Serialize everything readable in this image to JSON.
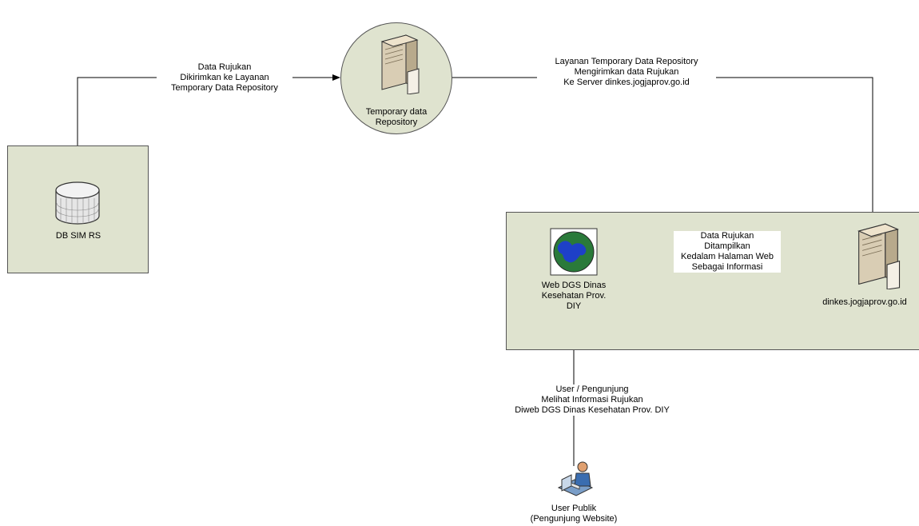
{
  "nodes": {
    "db": {
      "label": "DB SIM RS"
    },
    "temp_repo": {
      "label_lines": [
        "Temporary data",
        "Repository"
      ]
    },
    "dinkes_server": {
      "label": "dinkes.jogjaprov.go.id"
    },
    "web": {
      "label_lines": [
        "Web DGS Dinas",
        "Kesehatan Prov.",
        "DIY"
      ]
    },
    "user": {
      "label_lines": [
        "User Publik",
        "(Pengunjung Website)"
      ]
    }
  },
  "edges": {
    "db_to_repo": {
      "label_lines": [
        "Data Rujukan",
        "Dikirimkan ke Layanan",
        "Temporary Data Repository"
      ]
    },
    "repo_to_dinkes": {
      "label_lines": [
        "Layanan Temporary Data Repository",
        "Mengirimkan data Rujukan",
        "Ke Server dinkes.jogjaprov.go.id"
      ]
    },
    "dinkes_to_web": {
      "label_lines": [
        "Data Rujukan",
        "Ditampilkan",
        "Kedalam Halaman Web",
        "Sebagai Informasi"
      ]
    },
    "user_to_web": {
      "label_lines": [
        "User / Pengunjung",
        "Melihat Informasi Rujukan",
        "Diweb DGS Dinas Kesehatan Prov. DIY"
      ]
    }
  },
  "colors": {
    "panel": "#dfe3cf",
    "line": "#000000",
    "globe_water": "#2a7a3a",
    "globe_land": "#1e40c8"
  },
  "icons": [
    "database-icon",
    "server-icon",
    "globe-icon",
    "user-workstation-icon"
  ]
}
